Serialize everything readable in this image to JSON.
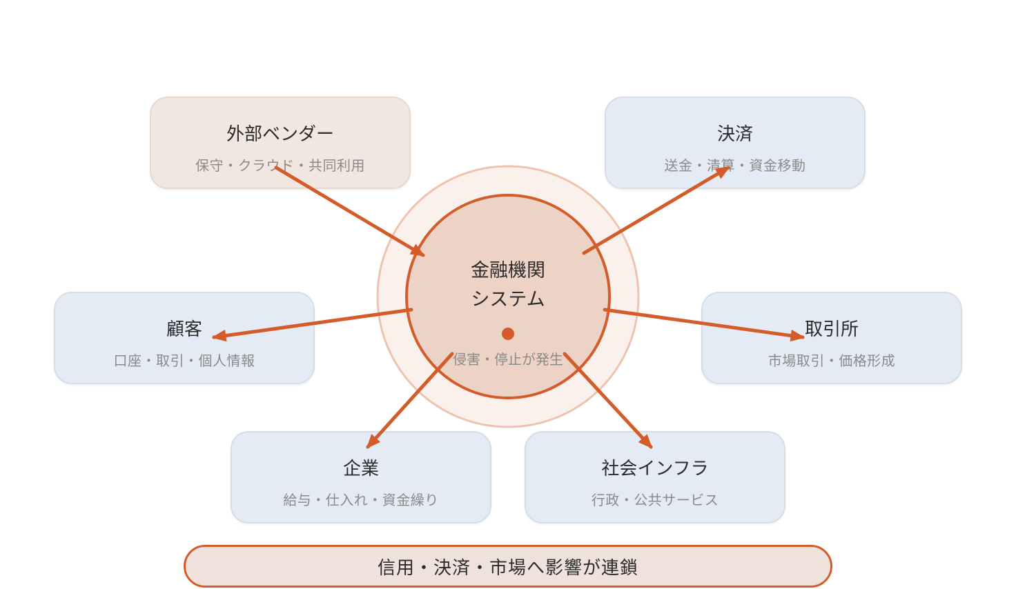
{
  "nodes": {
    "vendor": {
      "title": "外部ベンダー",
      "subtitle": "保守・クラウド・共同利用"
    },
    "payment": {
      "title": "決済",
      "subtitle": "送金・清算・資金移動"
    },
    "customer": {
      "title": "顧客",
      "subtitle": "口座・取引・個人情報"
    },
    "exchange": {
      "title": "取引所",
      "subtitle": "市場取引・価格形成"
    },
    "company": {
      "title": "企業",
      "subtitle": "給与・仕入れ・資金繰り"
    },
    "infra": {
      "title": "社会インフラ",
      "subtitle": "行政・公共サービス"
    }
  },
  "center": {
    "title_line1": "金融機関",
    "title_line2": "システム",
    "subtitle": "侵害・停止が発生"
  },
  "banner": "信用・決済・市場へ影響が連鎖",
  "colors": {
    "accent": "#d45c2a",
    "center_fill": "#ecd3c6",
    "halo_fill": "#fbf1ec",
    "halo_stroke": "#eec3ae",
    "node_fill": "#e4ebf4",
    "vendor_fill": "#f1e6e0"
  }
}
